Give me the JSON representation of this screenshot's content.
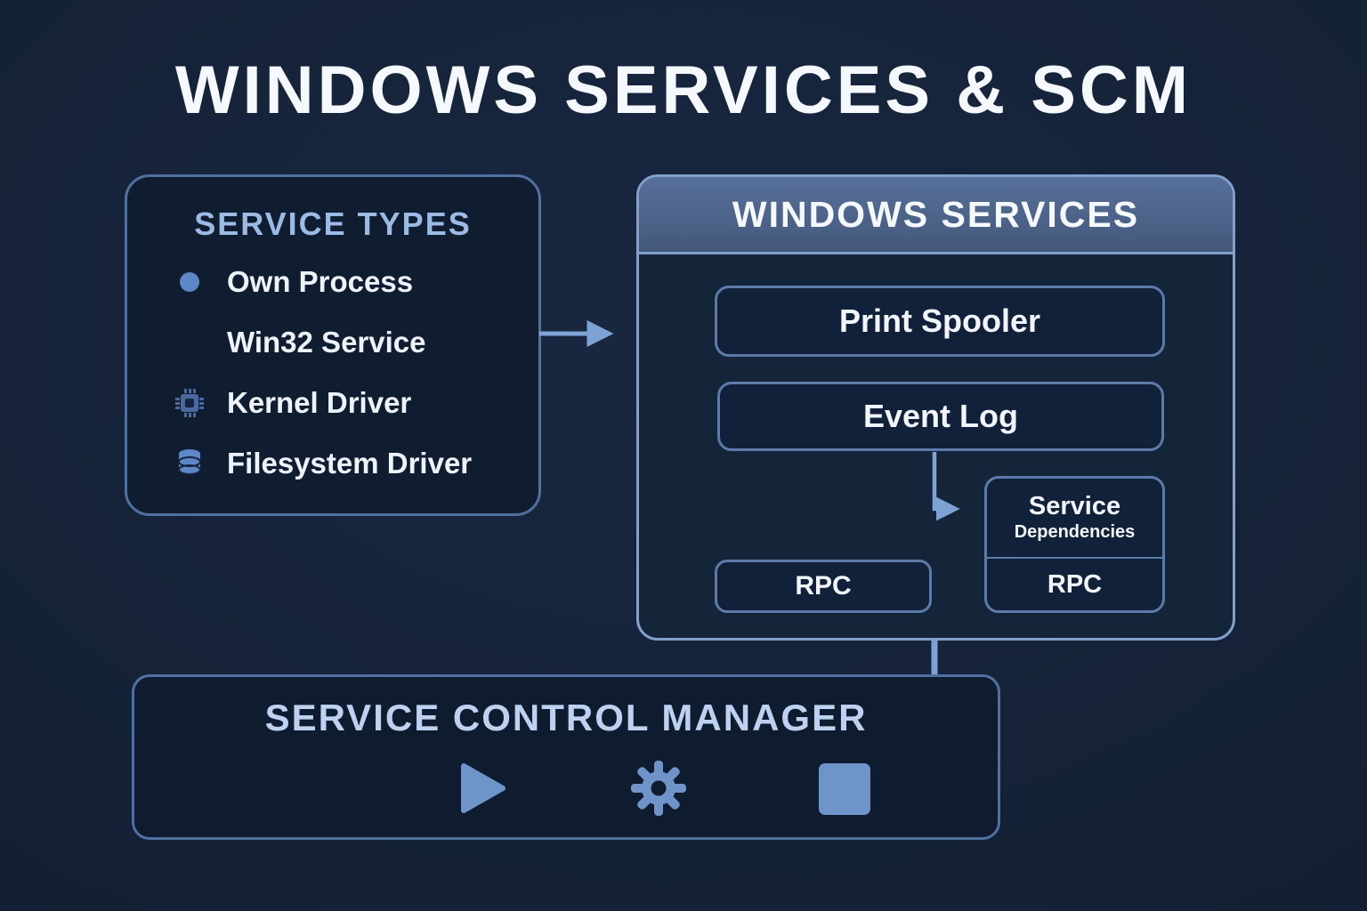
{
  "title": "WINDOWS SERVICES & SCM",
  "service_types": {
    "heading": "SERVICE TYPES",
    "items": [
      {
        "icon": "circle-icon",
        "label": "Own Process"
      },
      {
        "icon": "grid-icon",
        "label": "Win32 Service"
      },
      {
        "icon": "chip-icon",
        "label": "Kernel Driver"
      },
      {
        "icon": "database-icon",
        "label": "Filesystem Driver"
      }
    ]
  },
  "windows_services": {
    "heading": "WINDOWS SERVICES",
    "print_spooler": "Print Spooler",
    "event_log": "Event Log",
    "service_dependencies": [
      "Service",
      "Dependencies"
    ],
    "rpc_left": "RPC",
    "rpc_right": "RPC"
  },
  "scm": {
    "heading": "SERVICE CONTROL MANAGER",
    "icons": [
      "play-icon",
      "gear-icon",
      "stop-icon"
    ]
  },
  "colors": {
    "background": "#142136",
    "accent_blue": "#5d87c7",
    "connector": "#7da2d4",
    "heading_blue": "#9cbbe4",
    "panel_border": "#82a0cc"
  }
}
